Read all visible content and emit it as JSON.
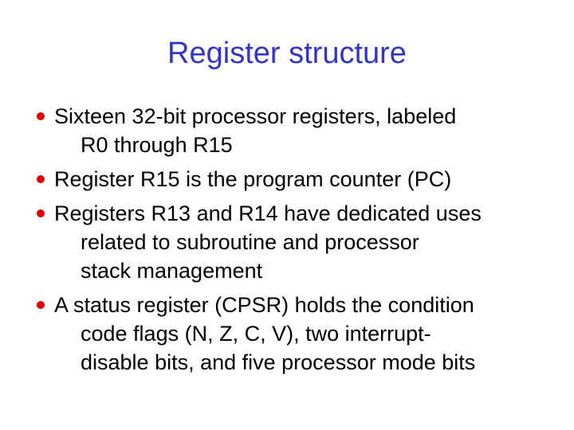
{
  "slide": {
    "title": "Register structure",
    "bullets": [
      {
        "lines": [
          "Sixteen 32-bit processor registers, labeled",
          "R0 through R15"
        ]
      },
      {
        "lines": [
          "Register R15 is the program counter (PC)"
        ]
      },
      {
        "lines": [
          "Registers R13 and R14 have dedicated uses",
          "related to subroutine and processor",
          "stack management"
        ]
      },
      {
        "lines": [
          "A status register (CPSR) holds the condition",
          "code flags (N, Z, C, V), two interrupt-",
          "disable bits, and five processor mode bits"
        ]
      }
    ]
  },
  "colors": {
    "background": "#ffffff",
    "title_color": "#3434c9",
    "text_color": "#000000",
    "bullet_color": "#e00000"
  }
}
